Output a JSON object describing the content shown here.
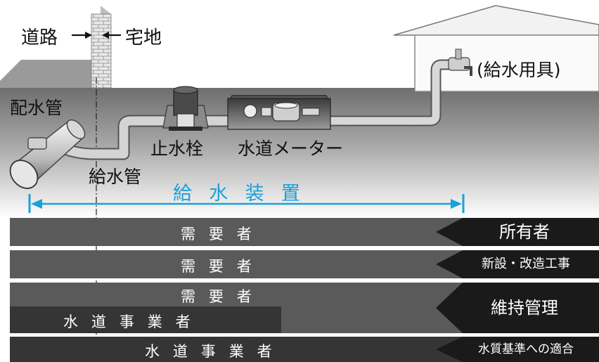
{
  "labels": {
    "road_boundary": {
      "road": "道路",
      "residential": "宅地"
    },
    "distribution_main": "配水管",
    "service_pipe": "給水管",
    "stop_valve": "止水栓",
    "water_meter": "水道メーター",
    "fixtures": "(給水用具)",
    "water_supply_equipment": "給水装置"
  },
  "rows": [
    {
      "main": "需要者",
      "tag": "所有者"
    },
    {
      "main": "需要者",
      "tag": "新設・改造工事"
    },
    {
      "main": "需要者",
      "sub": "水道事業者",
      "tag": "維持管理"
    },
    {
      "main": "水道事業者",
      "tag": "水質基準への適合"
    }
  ],
  "colors": {
    "accent": "#1ba0d8",
    "band": "#5a5a5a",
    "tag": "#1a1a1a"
  }
}
